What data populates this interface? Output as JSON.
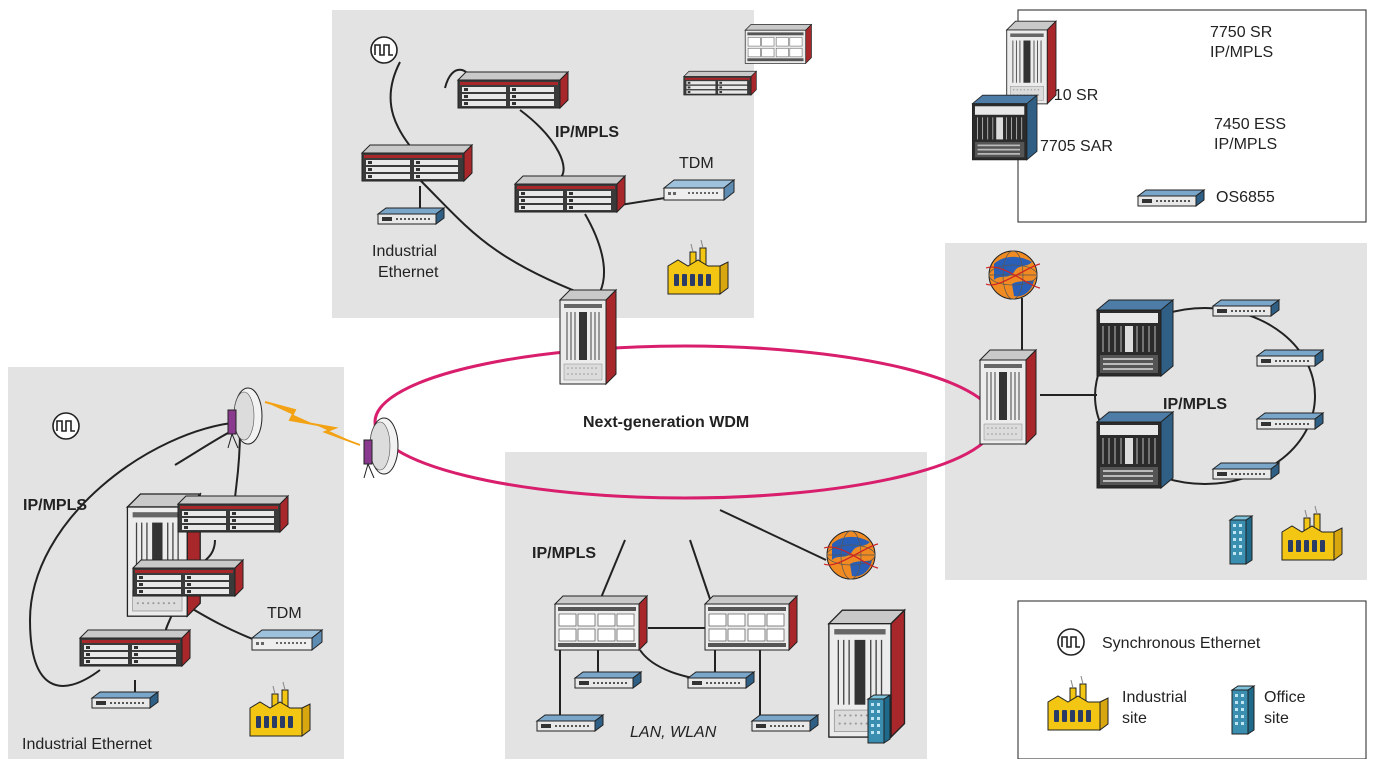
{
  "colors": {
    "panel": "#e3e3e3",
    "ring": "#d81e6c",
    "chassis_red": "#a8272a",
    "chassis_light": "#e6e6e6",
    "chassis_blue": "#2f5f85",
    "factory": "#f3c614",
    "office": "#3a8fb0",
    "line": "#222222"
  },
  "ring": {
    "label": "Next-generation WDM"
  },
  "clusters": {
    "top": {
      "mpls": "IP/MPLS",
      "tdm": "TDM",
      "ie_line1": "Industrial",
      "ie_line2": "Ethernet"
    },
    "left": {
      "mpls": "IP/MPLS",
      "tdm": "TDM",
      "ie": "Industrial Ethernet"
    },
    "bottom": {
      "mpls": "IP/MPLS",
      "lan": "LAN, WLAN"
    },
    "right": {
      "mpls": "IP/MPLS"
    }
  },
  "legend": {
    "items": [
      {
        "icon": "7710-sr-icon",
        "label": "7710 SR"
      },
      {
        "icon": "7750-sr-icon",
        "label": "7750 SR",
        "sub": "IP/MPLS"
      },
      {
        "icon": "7705-sar-icon",
        "label": "7705 SAR"
      },
      {
        "icon": "7450-ess-icon",
        "label": "7450 ESS",
        "sub": "IP/MPLS"
      },
      {
        "icon": "os6855-icon",
        "label": "OS6855"
      }
    ]
  },
  "key": {
    "sync": "Synchronous Ethernet",
    "industrial_line1": "Industrial",
    "industrial_line2": "site",
    "office_line1": "Office",
    "office_line2": "site"
  }
}
